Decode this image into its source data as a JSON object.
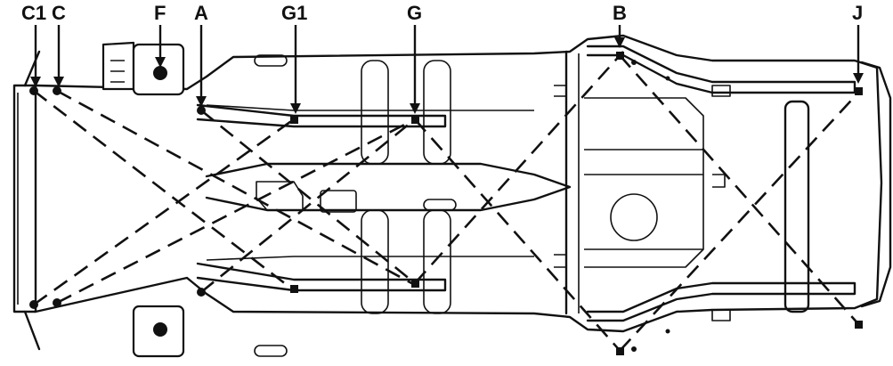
{
  "labels": {
    "C1": "C1",
    "C": "C",
    "F": "F",
    "A": "A",
    "G1": "G1",
    "G": "G",
    "B": "B",
    "J": "J"
  },
  "colors": {
    "line": "#111111",
    "background": "#ffffff"
  }
}
